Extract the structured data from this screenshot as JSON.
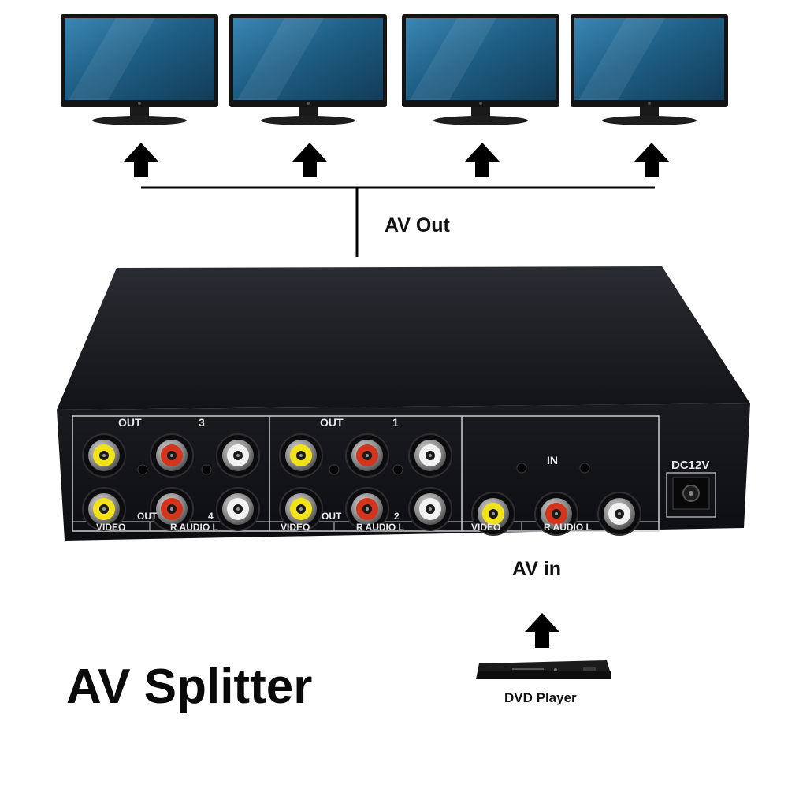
{
  "labels": {
    "av_out": "AV Out",
    "av_in": "AV in",
    "title": "AV Splitter",
    "dvd_player": "DVD Player"
  },
  "device_panel": {
    "out_label": "OUT",
    "in_label": "IN",
    "power_label": "DC12V",
    "video_label": "VIDEO",
    "audio_label": "R AUDIO L",
    "group_numbers": {
      "top_left": "3",
      "bottom_left": "4",
      "top_right": "1",
      "bottom_right": "2"
    }
  },
  "icons": {
    "monitor": "monitor-icon",
    "arrow": "arrow-up-icon",
    "dvd": "dvd-player-icon"
  },
  "colors": {
    "video_jack": "#f2e21a",
    "audio_right_jack": "#d4341c",
    "audio_left_jack": "#f2f2f2",
    "device_body": "#16171b",
    "screen": "#1e5f86"
  }
}
